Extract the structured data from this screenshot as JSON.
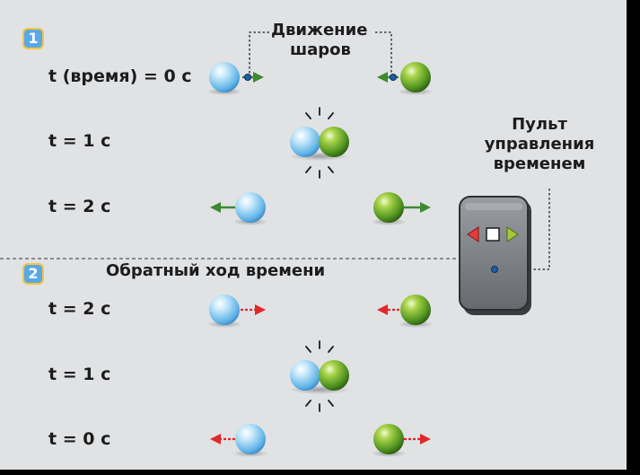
{
  "section1": {
    "badge": "1",
    "rows": [
      "t (время) = 0 с",
      "t = 1 с",
      "t = 2 с"
    ]
  },
  "section2": {
    "badge": "2",
    "title": "Обратный ход времени",
    "rows": [
      "t = 2 с",
      "t = 1 с",
      "t = 0 с"
    ]
  },
  "motion_label": {
    "line1": "Движение",
    "line2": "шаров"
  },
  "remote_label": {
    "line1": "Пульт",
    "line2": "управления",
    "line3": "временем"
  },
  "colors": {
    "background": "#e1e2e4",
    "forward_arrow": "#3d8a32",
    "reverse_arrow": "#e0282a",
    "blue_ball": "#7cc4ec",
    "green_ball": "#5a9a22",
    "badge": "#5aa8e6",
    "remote_body": "#777a7e",
    "remote_left_button": "#e23c3c",
    "remote_right_button": "#a8c83c"
  }
}
